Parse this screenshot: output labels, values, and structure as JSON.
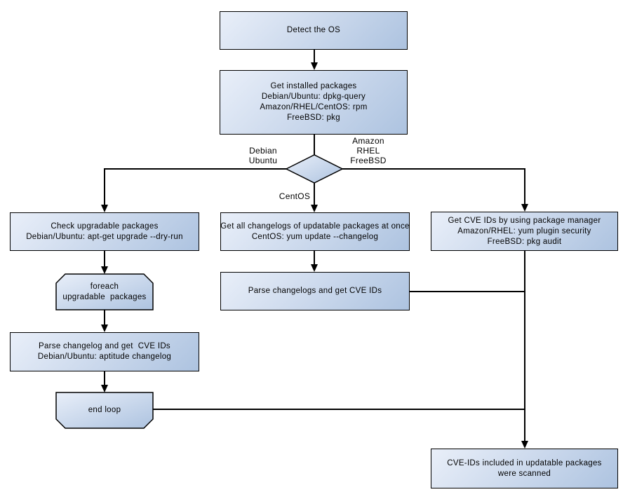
{
  "colors": {
    "background": "#ffffff",
    "fill_light": "#e9eff9",
    "fill_mid": "#cddaed",
    "fill_dark": "#adc3e0",
    "border": "#000000",
    "text": "#000000"
  },
  "nodes": {
    "detect_os": {
      "lines": [
        "Detect the OS"
      ]
    },
    "get_installed": {
      "lines": [
        "Get installed packages",
        "Debian/Ubuntu: dpkg-query",
        "Amazon/RHEL/CentOS: rpm",
        "FreeBSD: pkg"
      ]
    },
    "check_upgradable": {
      "lines": [
        "Check upgradable packages",
        "Debian/Ubuntu: apt-get upgrade --dry-run"
      ]
    },
    "foreach_loop": {
      "lines": [
        "foreach",
        "upgradable  packages"
      ]
    },
    "parse_changelog_left": {
      "lines": [
        "Parse changelog and get  CVE IDs",
        "Debian/Ubuntu: aptitude changelog"
      ]
    },
    "end_loop": {
      "lines": [
        "end loop"
      ]
    },
    "get_all_changelogs": {
      "lines": [
        "Get all changelogs of updatable packages at once",
        "CentOS: yum update --changelog"
      ]
    },
    "parse_changelogs_mid": {
      "lines": [
        "Parse changelogs and get CVE IDs"
      ]
    },
    "get_cve_ids": {
      "lines": [
        "Get CVE IDs by using package manager",
        "Amazon/RHEL: yum plugin security",
        "FreeBSD: pkg audit"
      ]
    },
    "scanned": {
      "lines": [
        "CVE-IDs included in updatable packages",
        "were scanned"
      ]
    }
  },
  "edge_labels": {
    "debian_ubuntu": {
      "lines": [
        "Debian",
        "Ubuntu"
      ]
    },
    "amazon_rhel_freebsd": {
      "lines": [
        "Amazon",
        "RHEL",
        "FreeBSD"
      ]
    },
    "centos": {
      "lines": [
        "CentOS"
      ]
    }
  }
}
